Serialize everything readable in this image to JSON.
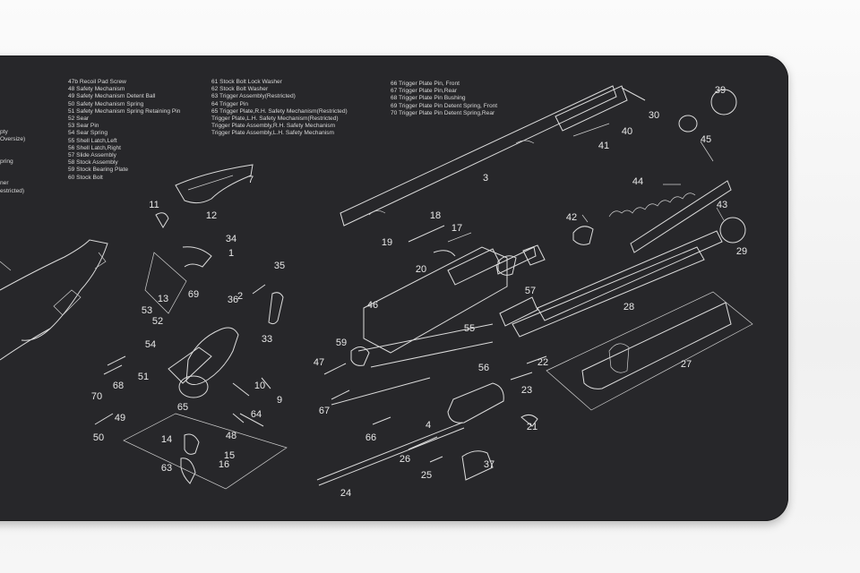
{
  "legend_columns": [
    {
      "items": [
        "pty",
        "Oversize)",
        "",
        "",
        "pring",
        "",
        "",
        "ner",
        "estricted)"
      ]
    },
    {
      "items": [
        "47b Recoil Pad Screw",
        "48 Safety Mechanism",
        "49 Safety Mechanism Detent Ball",
        "50 Safety Mechanism Spring",
        "51 Safety Mechanism Spring Retaining Pin",
        "52 Sear",
        "53 Sear Pin",
        "54 Sear Spring",
        "55 Shell Latch,Left",
        "56 Shell Latch,Right",
        "57 Slide Assembly",
        "58 Stock Assembly",
        "59 Stock Bearing Plate",
        "60 Stock Bolt"
      ]
    },
    {
      "items": [
        "61 Stock Bolt Lock Washer",
        "62 Stock Bolt Washer",
        "63 Trigger Assembly(Restricted)",
        "64 Trigger Pin",
        "65 Trigger Plate,R.H. Safety Mechanism(Restricted)",
        "Trigger Plate,L.H. Safety Mechanism(Restricted)",
        "Trigger Plate Assembly,R.H. Safety Mechanism",
        "Trigger Plate Assembly,L.H. Safety Mechanism"
      ]
    },
    {
      "items": [
        "66 Trigger Plate Pin, Front",
        "67 Trigger Plate Pin,Rear",
        "68 Trigger Plate Pin Bushing",
        "69 Trigger Plate Pin Detent Spring, Front",
        "70 Trigger Plate Pin Detent Spring,Rear"
      ]
    }
  ],
  "part_numbers": [
    "39",
    "30",
    "40",
    "41",
    "45",
    "3",
    "44",
    "43",
    "29",
    "42",
    "18",
    "17",
    "19",
    "20",
    "7",
    "11",
    "12",
    "34",
    "1",
    "2",
    "35",
    "36",
    "69",
    "13",
    "53",
    "52",
    "33",
    "54",
    "51",
    "68",
    "70",
    "10",
    "9",
    "49",
    "65",
    "64",
    "50",
    "48",
    "14",
    "15",
    "16",
    "63",
    "46",
    "57",
    "59",
    "47",
    "55",
    "56",
    "67",
    "28",
    "27",
    "22",
    "23",
    "21",
    "4",
    "66",
    "26",
    "37",
    "25",
    "24"
  ],
  "colors": {
    "mat": "#27272a",
    "line_art": "#dcdcdc",
    "backdrop": "#f2f2f2"
  }
}
